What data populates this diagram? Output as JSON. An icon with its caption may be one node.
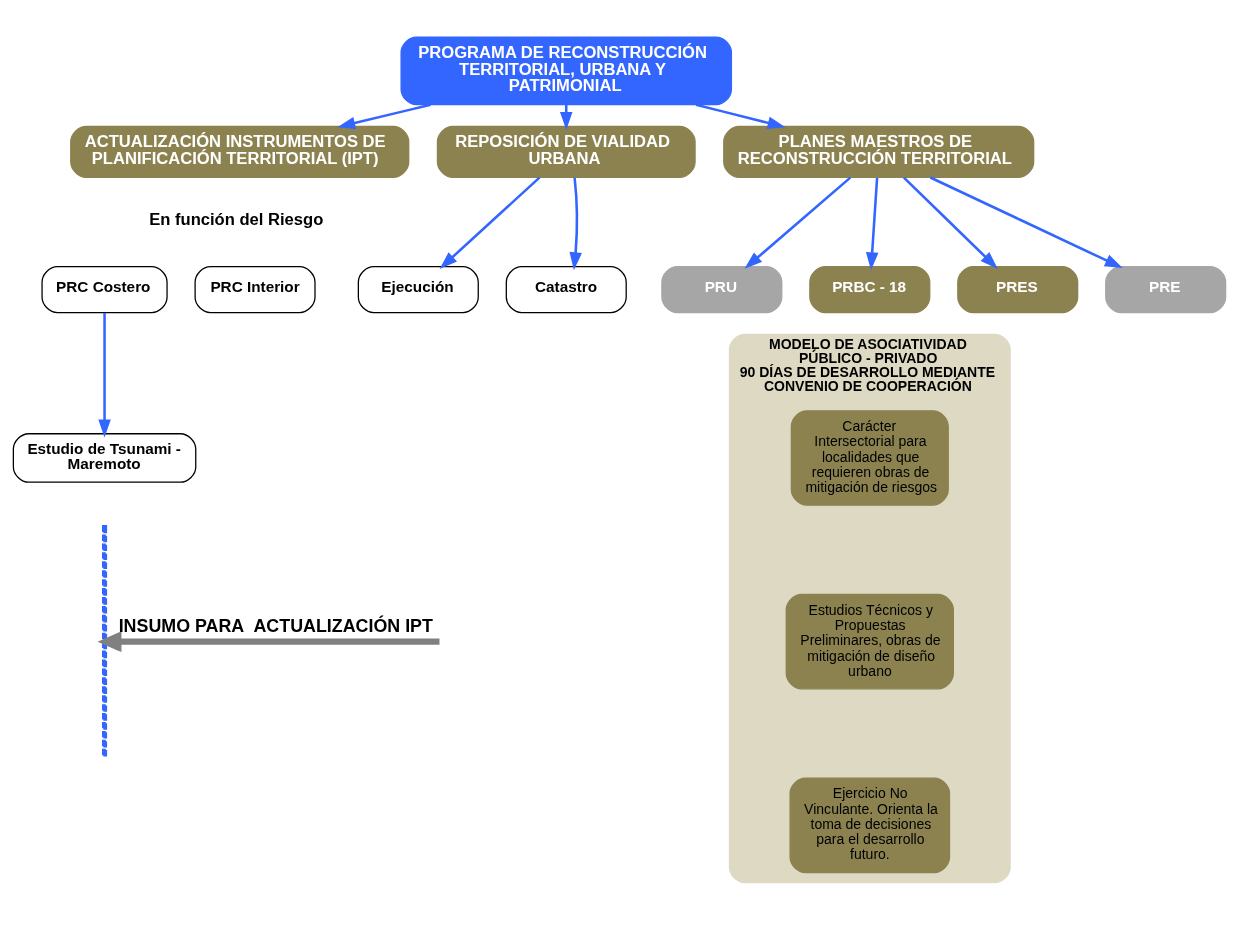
{
  "diagram": {
    "nodes": [
      {
        "text": [
          "PROGRAMA DE RECONSTRUCCIÓN TERRITORIAL, URBANA Y PATRIMONIAL"
        ]
      },
      {
        "text": [
          "ACTUALIZACIÓN INSTRUMENTOS DE PLANIFICACIÓN TERRITORIAL (IPT)"
        ],
        "beside": [
          "En función del Riesgo"
        ]
      },
      {
        "text": [
          "REPOSICIÓN DE VIALIDAD URBANA"
        ]
      },
      {
        "text": [
          "PLANES MAESTROS DE RECONSTRUCCIÓN TERRITORIAL"
        ]
      },
      {
        "text": [
          "PRC Costero"
        ]
      },
      {
        "text": [
          "PRC Interior"
        ]
      },
      {
        "text": [
          "Estudio de Tsunami - Maremoto"
        ]
      },
      {
        "text": [
          "Catastro"
        ]
      },
      {
        "text": [
          "Ejecución"
        ]
      },
      {
        "text": [
          "PRBC - 18"
        ]
      },
      {
        "text": [
          "PRES"
        ]
      },
      {
        "text": [
          "PRE"
        ]
      },
      {
        "text": [
          "PRU"
        ]
      },
      {
        "text": [
          "MODELO DE ASOCIATIVIDAD",
          "PÚBLICO - PRIVADO",
          "90 DÍAS DE DESARROLLO MEDIANTE CONVENIO DE COOPERACIÓN"
        ]
      },
      {
        "text": [
          "Carácter Intersectorial para localidades que requieren obras de mitigación de riesgos"
        ],
        "in": 13
      },
      {
        "text": [
          "Estudios Técnicos y Propuestas Preliminares, obras de mitigación de diseño urbano"
        ],
        "in": 13
      },
      {
        "text": [
          "Ejercicio No Vinculante. Orienta la toma de decisiones para el desarrollo futuro."
        ],
        "in": 13
      },
      {
        "text": [],
        "shape": "line"
      }
    ],
    "edges": [
      {
        "from": 0,
        "to": 1,
        "arrow": "to"
      },
      {
        "from": 0,
        "to": 2,
        "arrow": "to"
      },
      {
        "from": 0,
        "to": 3,
        "arrow": "to"
      },
      {
        "from": 4,
        "to": 6,
        "arrow": "to"
      },
      {
        "from": 2,
        "to": 7,
        "arrow": "to"
      },
      {
        "from": 2,
        "to": 8,
        "arrow": "to"
      },
      {
        "from": 3,
        "to": 9,
        "arrow": "to"
      },
      {
        "from": 3,
        "to": 10,
        "arrow": "to"
      },
      {
        "from": 3,
        "to": 11,
        "arrow": "to"
      },
      {
        "from": 3,
        "to": 12,
        "arrow": "to"
      },
      {
        "from": null,
        "to": 17,
        "arrow": "to",
        "label": "INSUMO PARA  ACTUALIZACIÓN IPT",
        "style": "thick",
        "color": "#808080"
      }
    ]
  }
}
